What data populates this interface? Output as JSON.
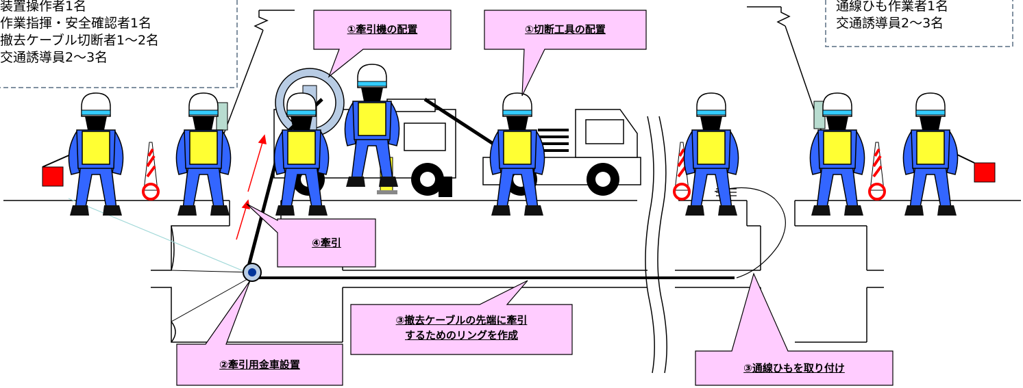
{
  "crew_left": {
    "lines": [
      "装置操作者1名",
      "作業指揮・安全確認者1名",
      "撤去ケーブル切断者1～2名",
      "交通誘導員2～3名"
    ]
  },
  "crew_right": {
    "lines": [
      "通線ひも作業者1名",
      "交通誘導員2～3名"
    ]
  },
  "steps": {
    "winch": "①牽引機の配置",
    "cutter": "①切断工具の配置",
    "pull": "④牽引",
    "pulley": "②牽引用金車設置",
    "ring_line1": "③撤去ケーブルの先端に牽引",
    "ring_line2": "するためのリングを作成",
    "cord": "③通線ひもを取り付け"
  },
  "colors": {
    "callout_fill": "#ffccff",
    "worker_body": "#3366ff",
    "worker_vest": "#ffff33",
    "helmet_band": "#33ccff",
    "flag": "#ff0000",
    "pull_arrow": "#ff0000",
    "dashed_border": "#8090a0",
    "winch_fill": "#b8cce4",
    "cable": "#000000"
  },
  "icons": [
    "worker-icon",
    "traffic-cone-icon",
    "red-flag-icon",
    "winch-truck-icon",
    "work-truck-icon",
    "pulley-icon",
    "wave-break-icon"
  ]
}
